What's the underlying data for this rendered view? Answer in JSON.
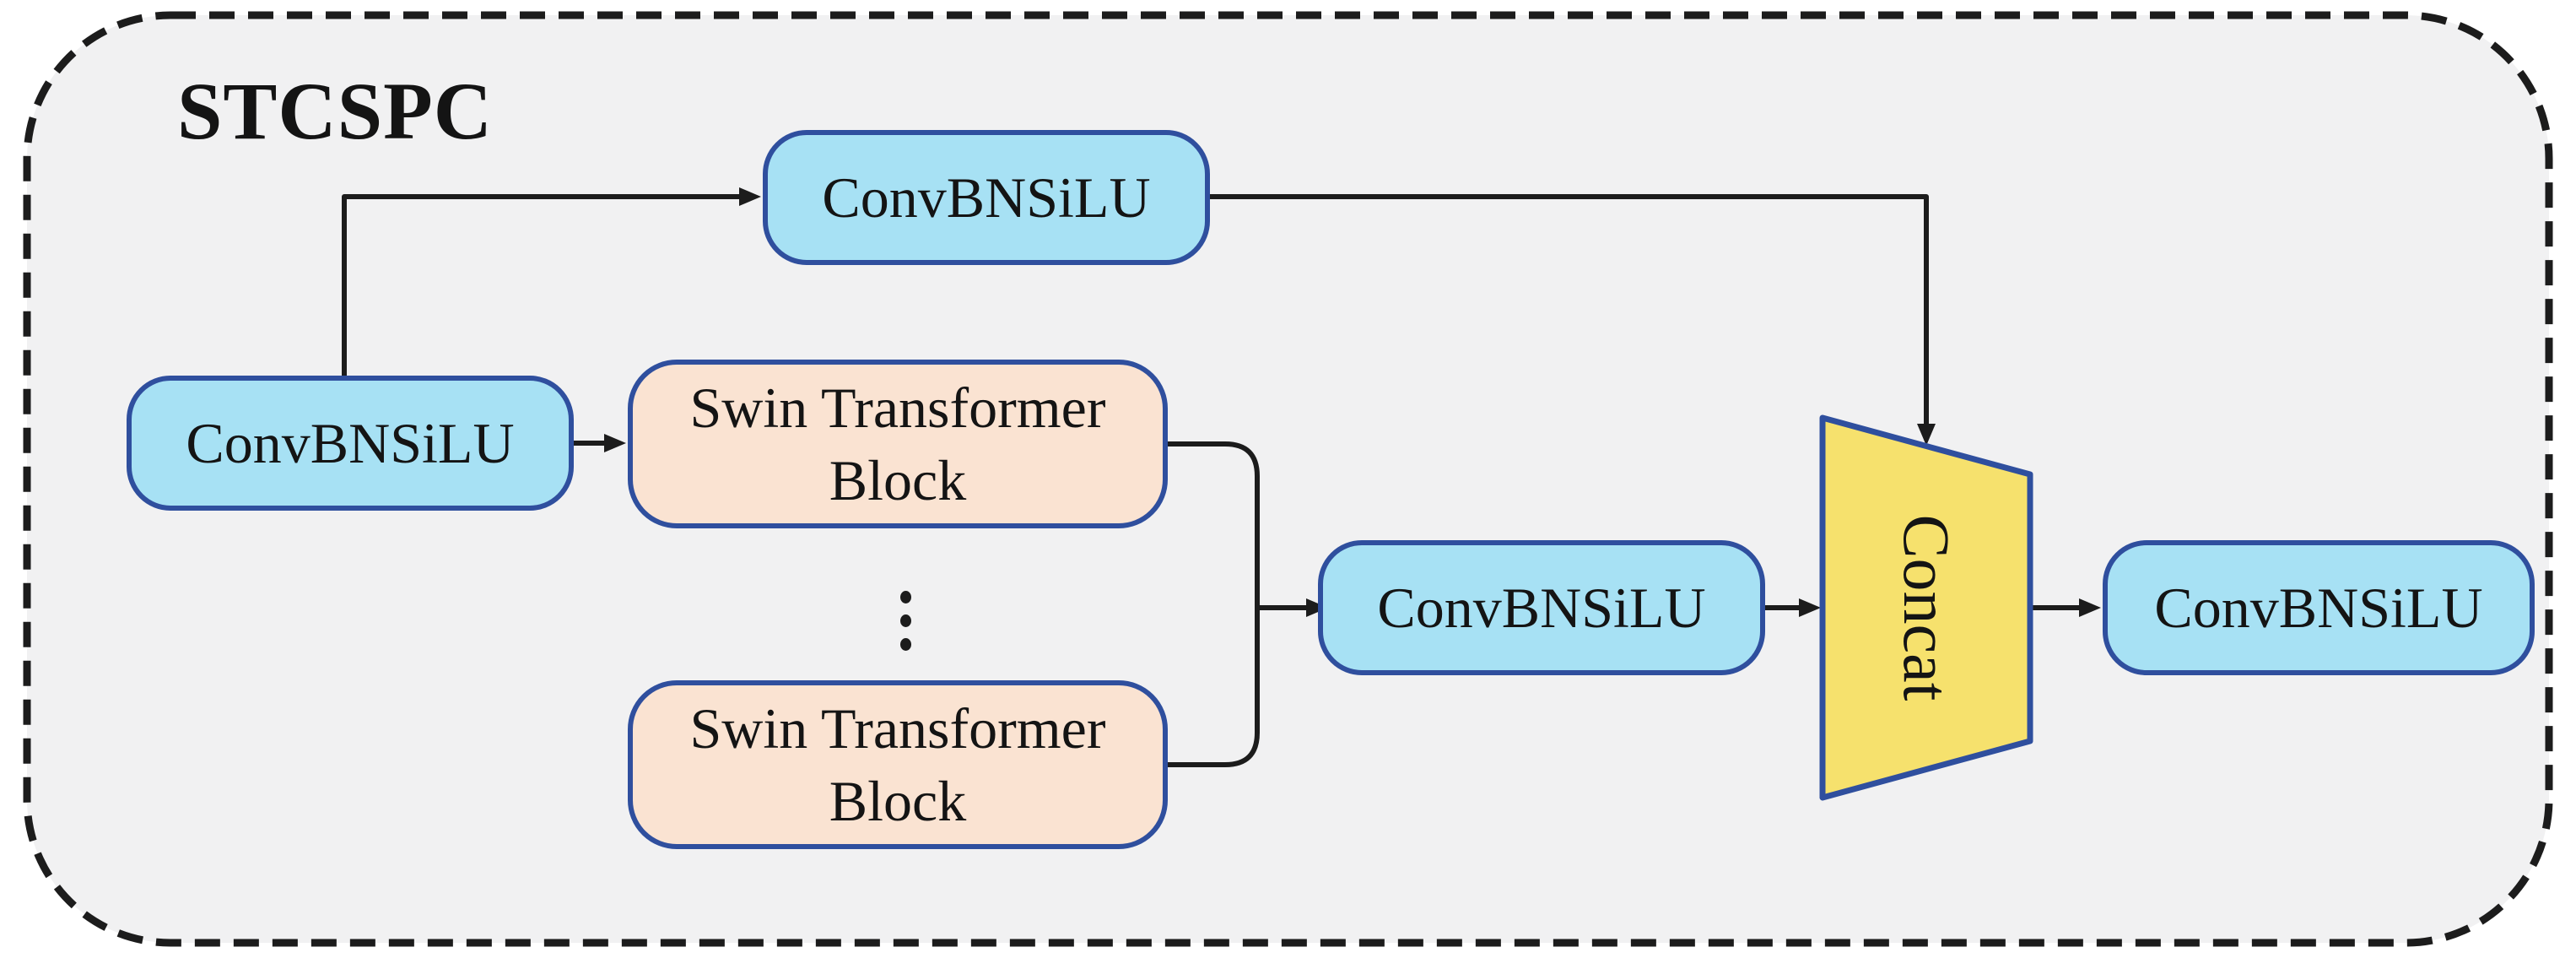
{
  "diagram": {
    "title": "STCSPC"
  },
  "blocks": {
    "conv_top": {
      "label": "ConvBNSiLU"
    },
    "conv_left": {
      "label": "ConvBNSiLU"
    },
    "swin_top": {
      "label": "Swin Transformer Block"
    },
    "swin_bottom": {
      "label": "Swin Transformer Block"
    },
    "conv_mid": {
      "label": "ConvBNSiLU"
    },
    "concat": {
      "label": "Concat"
    },
    "conv_right": {
      "label": "ConvBNSiLU"
    }
  },
  "colors": {
    "panel-bg": "#f1f1f2",
    "block-border": "#2f4f9e",
    "conv-fill": "#a7e1f4",
    "swin-fill": "#fae3d2",
    "concat-fill": "#f6e16d",
    "line": "#1c1c1c",
    "text": "#141414"
  }
}
